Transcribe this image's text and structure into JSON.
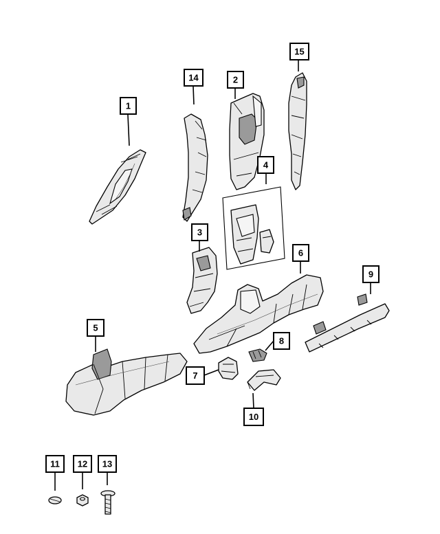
{
  "callouts": {
    "c1": "1",
    "c2": "2",
    "c3": "3",
    "c4": "4",
    "c5": "5",
    "c6": "6",
    "c7": "7",
    "c8": "8",
    "c9": "9",
    "c10": "10",
    "c11": "11",
    "c12": "12",
    "c13": "13",
    "c14": "14",
    "c15": "15"
  },
  "colors": {
    "line": "#000000",
    "part_fill": "#e9e9e9",
    "shade": "#9a9a9a"
  }
}
